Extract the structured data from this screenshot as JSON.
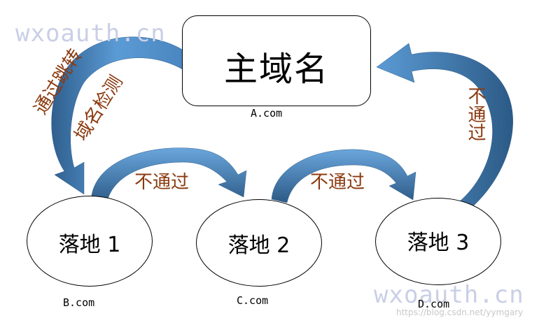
{
  "main_node": {
    "label": "主域名",
    "domain": "A.com"
  },
  "nodes": [
    {
      "id": "b",
      "label": "落地 1",
      "domain": "B.com"
    },
    {
      "id": "c",
      "label": "落地 2",
      "domain": "C.com"
    },
    {
      "id": "d",
      "label": "落地 3",
      "domain": "D.com"
    }
  ],
  "edge_labels": {
    "via_redirect": "通过跳转",
    "domain_check": "域名检测",
    "b_to_c": "不通过",
    "c_to_d": "不通过",
    "d_to_main": "不通过"
  },
  "watermarks": {
    "top_left": "wxoauth.cn",
    "bottom_right": "wxoauth.cn",
    "csdn": "https://blog.csdn.net/yymgary"
  },
  "colors": {
    "arrow_fill": "#5b9bd5",
    "arrow_dark": "#2e5e8c",
    "edge_text": "#8b3a0f"
  }
}
